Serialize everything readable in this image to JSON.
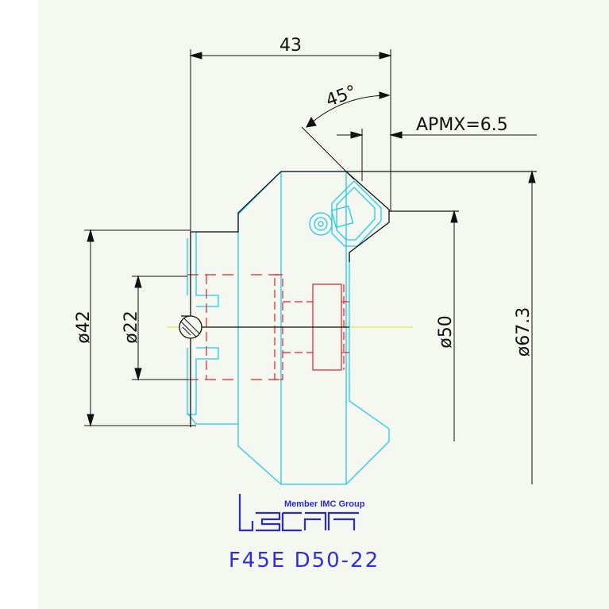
{
  "dimensions": {
    "overall_length": "43",
    "angle": "45°",
    "apmx": "APMX=6.5",
    "dia_42": "ø42",
    "dia_22": "ø22",
    "dia_50": "ø50",
    "dia_67": "ø67.3"
  },
  "logo": {
    "tagline": "Member IMC Group",
    "wordmark": "iscar"
  },
  "title_block": {
    "part_number": "F45E D50-22"
  },
  "colors": {
    "background": "#f5f8f0",
    "outline": "#111111",
    "body_cyan": "#22c9e6",
    "hidden_red": "#e0202a",
    "centerline_yellow": "#e8e84a",
    "brand_blue": "#2e2ee0"
  }
}
